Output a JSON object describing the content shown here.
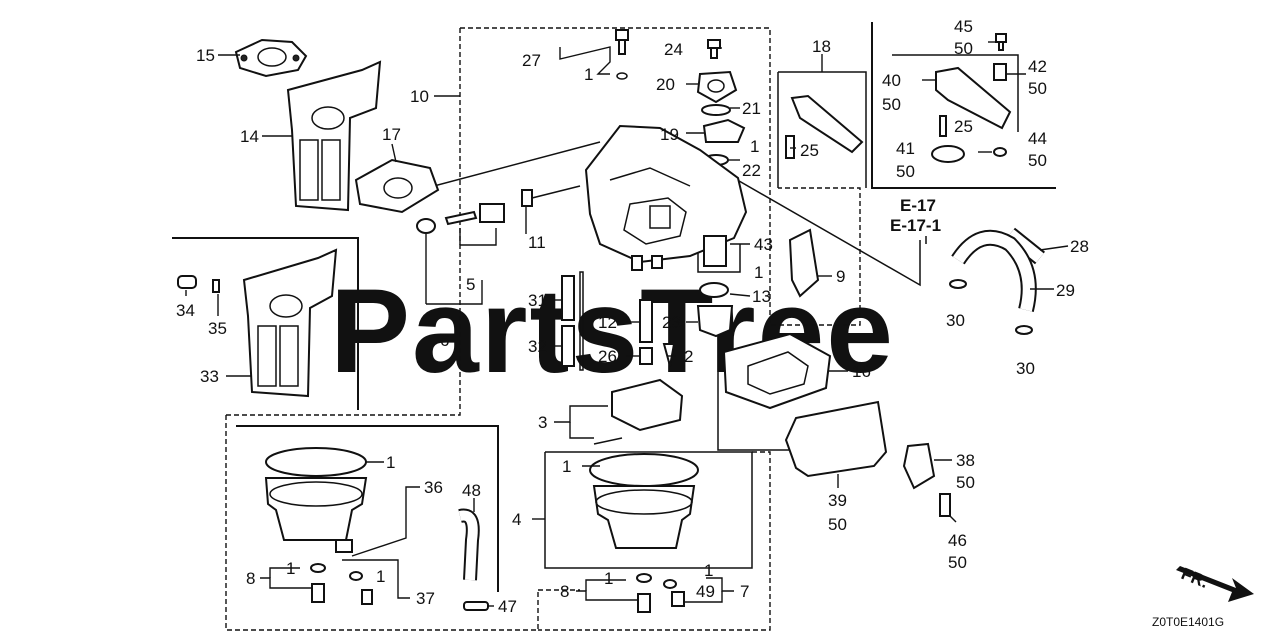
{
  "watermark": "PartsTree",
  "drawing_code": "Z0T0E1401G",
  "direction_label": "FR.",
  "section_refs": [
    "E-17",
    "E-17-1"
  ],
  "callouts": {
    "c15": "15",
    "c14": "14",
    "c17": "17",
    "c10": "10",
    "c27": "27",
    "c27_1": "1",
    "c24": "24",
    "c20": "20",
    "c21": "21",
    "c19": "19",
    "c19_1": "1",
    "c22": "22",
    "c18": "18",
    "c25a": "25",
    "c45": "45",
    "c45_50": "50",
    "c42": "42",
    "c42_50": "50",
    "c40": "40",
    "c40_50": "50",
    "c25b": "25",
    "c41": "41",
    "c41_50": "50",
    "c44": "44",
    "c44_50": "50",
    "c28": "28",
    "c29": "29",
    "c30a": "30",
    "c30b": "30",
    "c11": "11",
    "c5": "5",
    "c6": "6",
    "c43": "43",
    "c43_1": "1",
    "c13": "13",
    "c9": "9",
    "c34": "34",
    "c35": "35",
    "c33": "33",
    "c31": "31",
    "c32": "32",
    "c12": "12",
    "c23": "23",
    "c26": "26",
    "c2": "2",
    "c16": "16",
    "c3": "3",
    "c4": "4",
    "c4_1": "1",
    "c36": "36",
    "c36_1": "1",
    "c48": "48",
    "c8a": "8",
    "c8a_1": "1",
    "c37": "37",
    "c37_1": "1",
    "c47": "47",
    "c8b": "8",
    "c8b_1": "1",
    "c7": "7",
    "c49": "49",
    "c49_1": "1",
    "c39": "39",
    "c39_50": "50",
    "c38": "38",
    "c38_50": "50",
    "c46": "46",
    "c46_50": "50"
  }
}
